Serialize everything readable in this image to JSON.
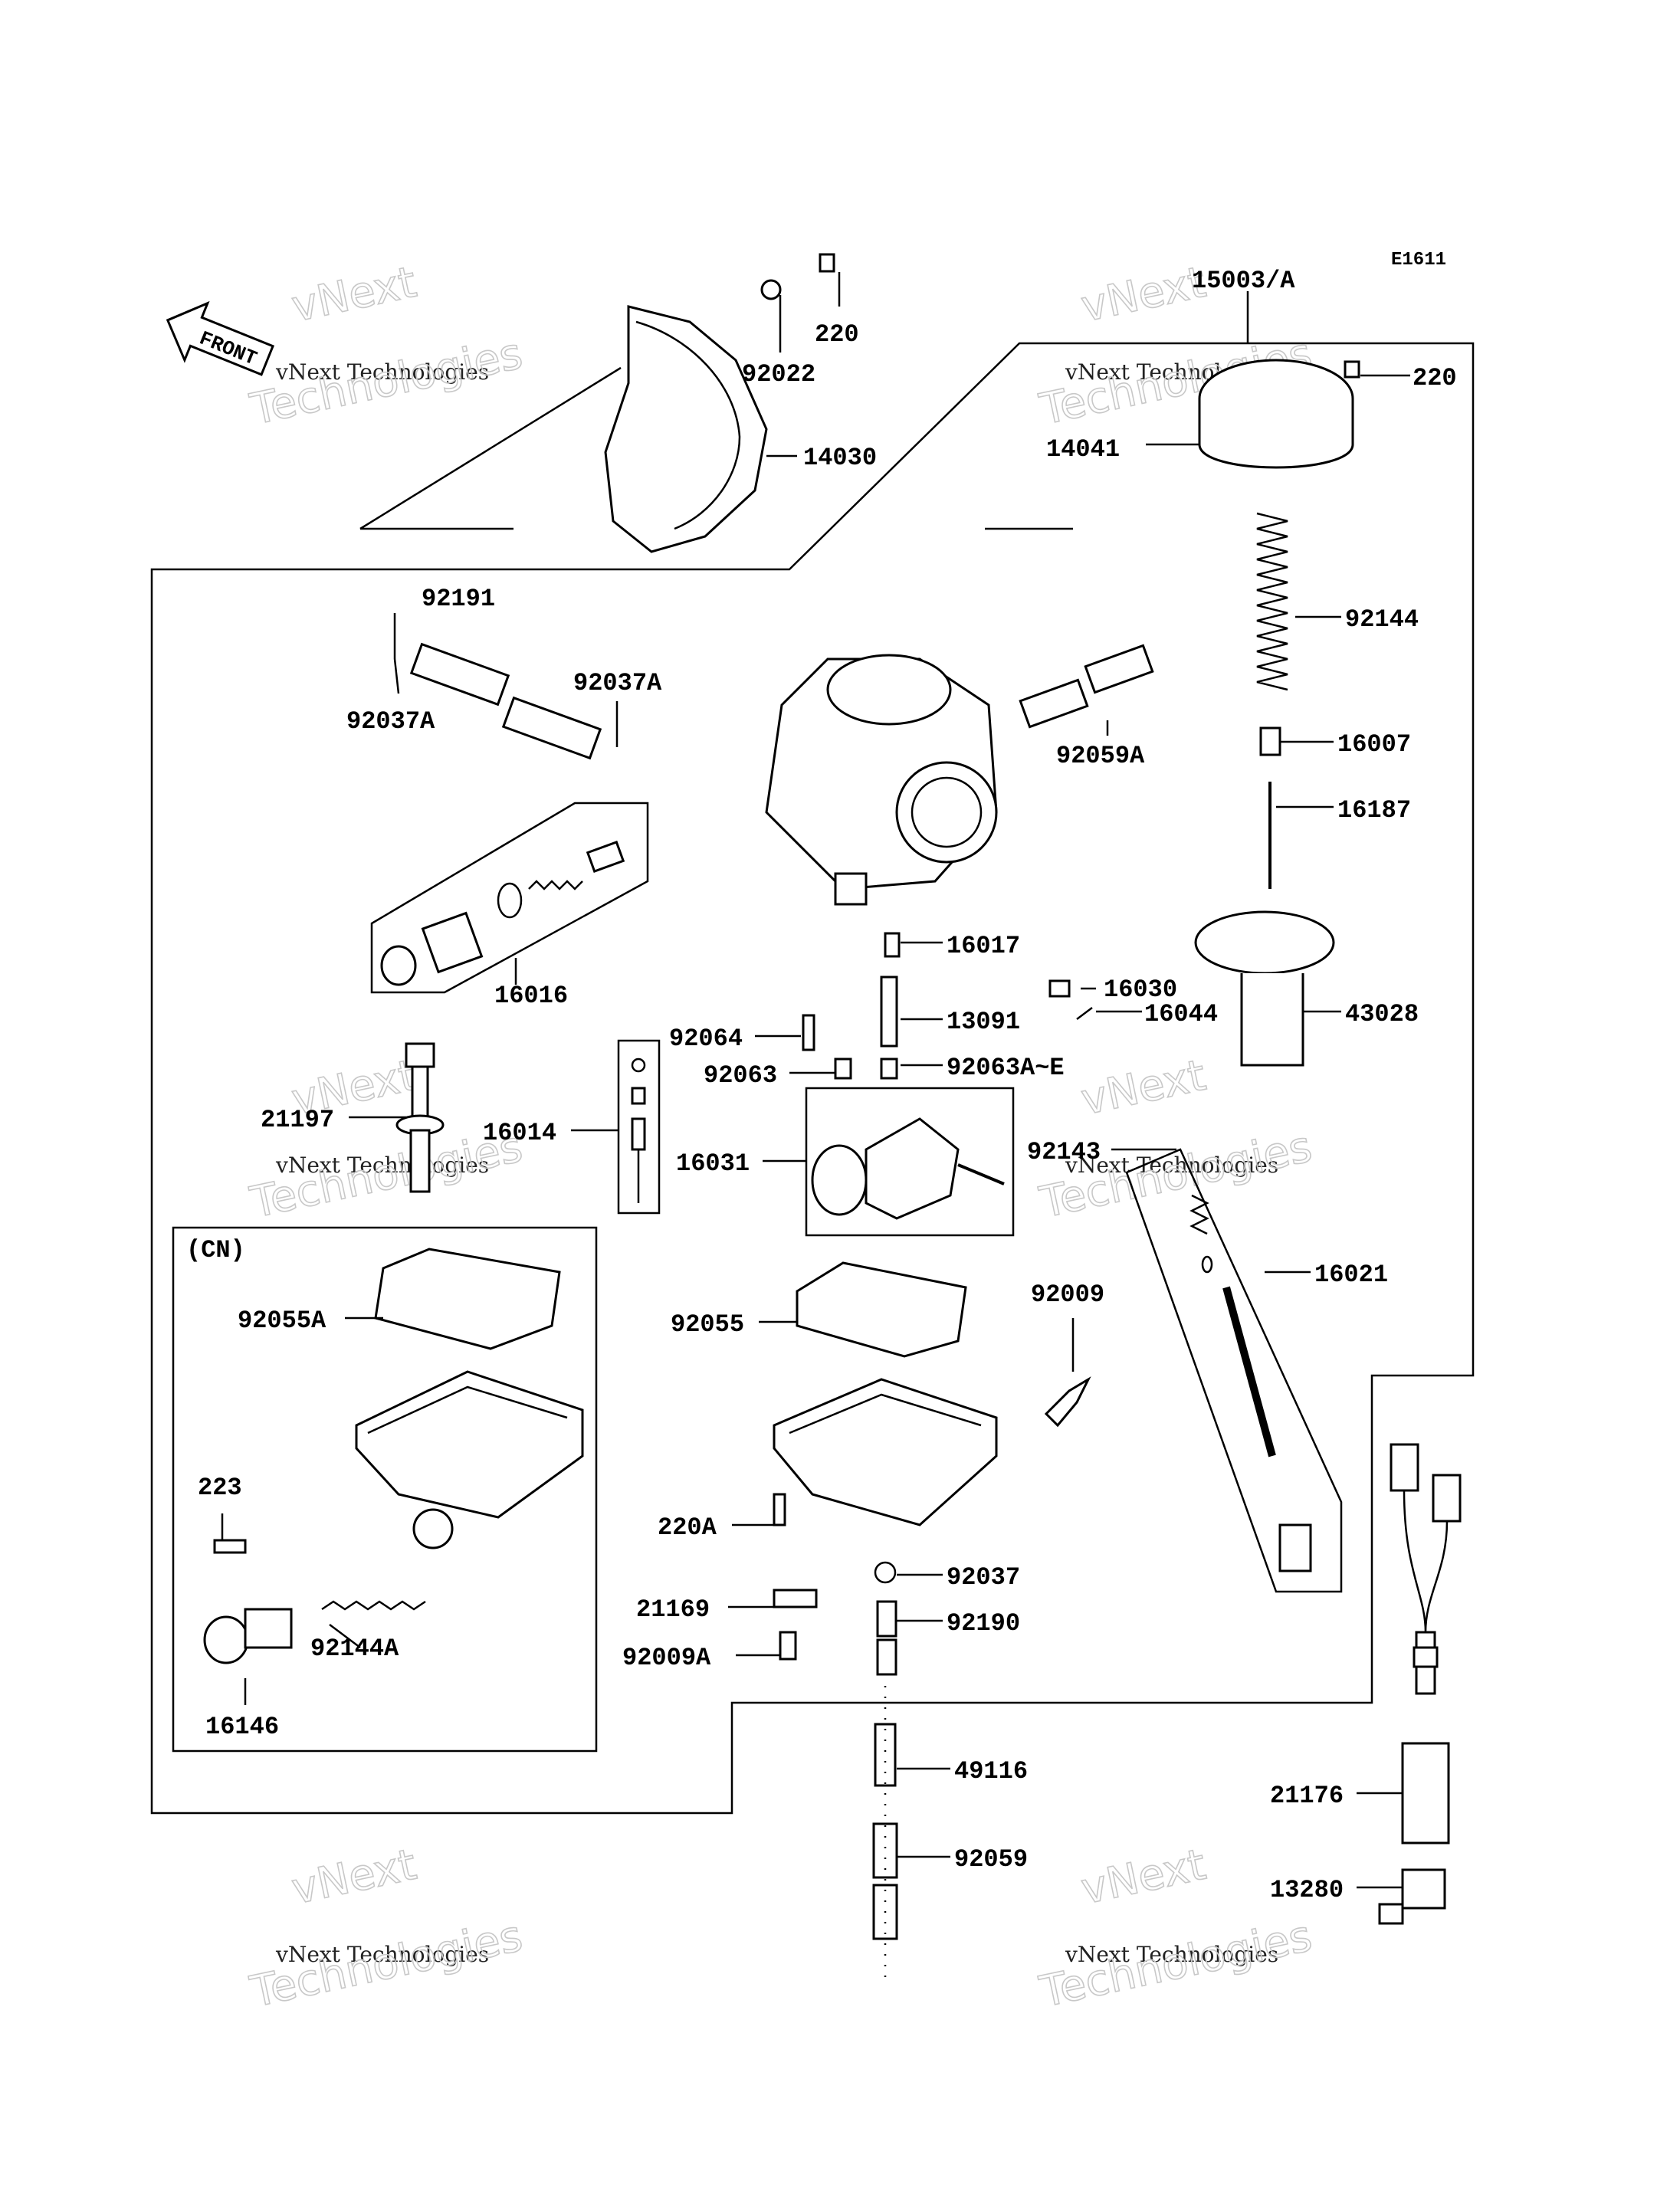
{
  "diagram_code": "E1611",
  "front_label": "FRONT",
  "variant_label": "(CN)",
  "watermark": {
    "brand": "vNext",
    "company": "vNext Technologies",
    "tech": "Technologies"
  },
  "callouts": [
    "15003/A",
    "220",
    "92022",
    "220",
    "14030",
    "14041",
    "92191",
    "92037A",
    "92037A",
    "92144",
    "16007",
    "92059A",
    "16187",
    "16016",
    "16017",
    "16030",
    "16044",
    "43028",
    "92064",
    "13091",
    "92063",
    "92063A~E",
    "21197",
    "16014",
    "16031",
    "92143",
    "16021",
    "92055A",
    "92055",
    "92009",
    "223",
    "220A",
    "92037",
    "21169",
    "92190",
    "92009A",
    "92144A",
    "16146",
    "49116",
    "21176",
    "92059",
    "13280"
  ]
}
